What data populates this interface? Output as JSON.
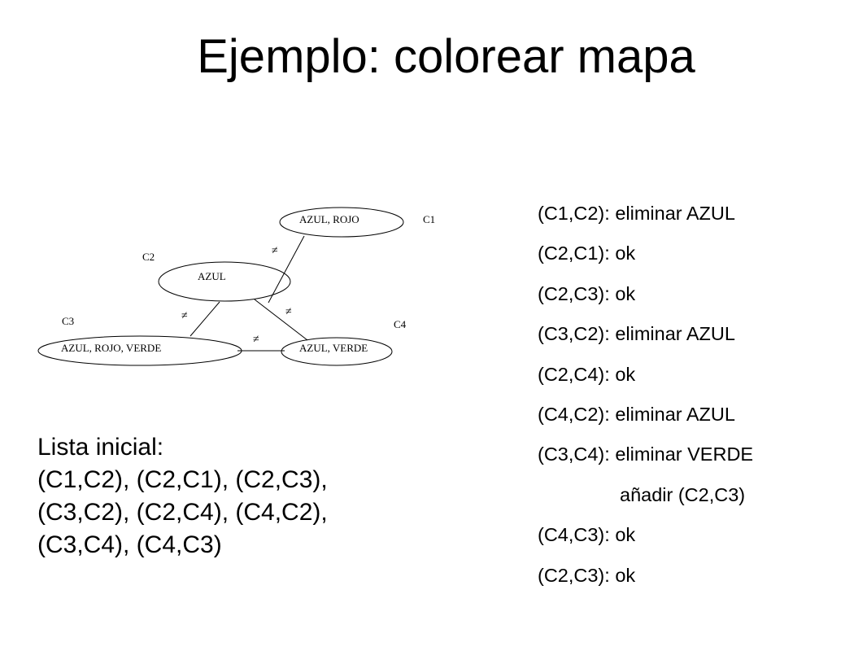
{
  "title": "Ejemplo: colorear mapa",
  "graph": {
    "nodes": [
      {
        "id": "C1",
        "domain": "AZUL, ROJO"
      },
      {
        "id": "C2",
        "domain": "AZUL"
      },
      {
        "id": "C3",
        "domain": "AZUL, ROJO, VERDE"
      },
      {
        "id": "C4",
        "domain": "AZUL, VERDE"
      }
    ],
    "edges": [
      {
        "from": "C2",
        "to": "C1",
        "constraint": "≠"
      },
      {
        "from": "C2",
        "to": "C3",
        "constraint": "≠"
      },
      {
        "from": "C2",
        "to": "C4",
        "constraint": "≠"
      },
      {
        "from": "C3",
        "to": "C4",
        "constraint": "≠"
      }
    ]
  },
  "initial_list": {
    "heading": "Lista inicial:",
    "lines": [
      "(C1,C2), (C2,C1), (C2,C3),",
      "(C3,C2), (C2,C4), (C4,C2),",
      "(C3,C4), (C4,C3)"
    ]
  },
  "steps": [
    "(C1,C2): eliminar AZUL",
    "(C2,C1): ok",
    "(C2,C3): ok",
    "(C3,C2): eliminar AZUL",
    "(C2,C4): ok",
    "(C4,C2): eliminar AZUL",
    "(C3,C4): eliminar VERDE",
    "añadir (C2,C3)",
    "(C4,C3): ok",
    "(C2,C3): ok"
  ]
}
